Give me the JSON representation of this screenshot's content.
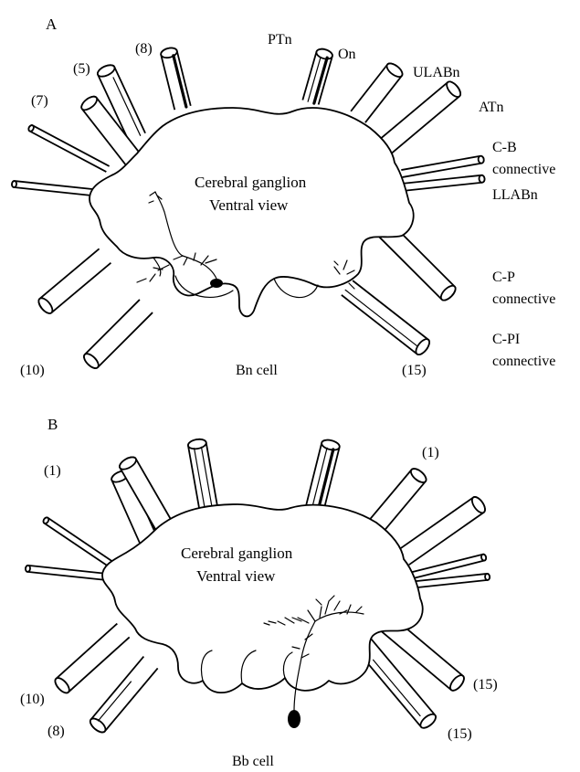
{
  "panel_a": {
    "letter": "A",
    "center_title_1": "Cerebral ganglion",
    "center_title_2": "Ventral view",
    "cell_label": "Bn cell",
    "nerves": {
      "n8": "(8)",
      "n5": "(5)",
      "n7": "(7)",
      "n10": "(10)",
      "n15": "(15)",
      "ptn": "PTn",
      "on": "On",
      "ulabn": "ULABn",
      "atn": "ATn",
      "cb_1": "C-B",
      "cb_2": "connective",
      "llabn": "LLABn",
      "cp_1": "C-P",
      "cp_2": "connective",
      "cpi_1": "C-PI",
      "cpi_2": "connective"
    }
  },
  "panel_b": {
    "letter": "B",
    "center_title_1": "Cerebral ganglion",
    "center_title_2": "Ventral view",
    "cell_label": "Bb cell",
    "nerves": {
      "n1_left": "(1)",
      "n1_right": "(1)",
      "n10": "(10)",
      "n8": "(8)",
      "n15_upper": "(15)",
      "n15_lower": "(15)"
    }
  }
}
